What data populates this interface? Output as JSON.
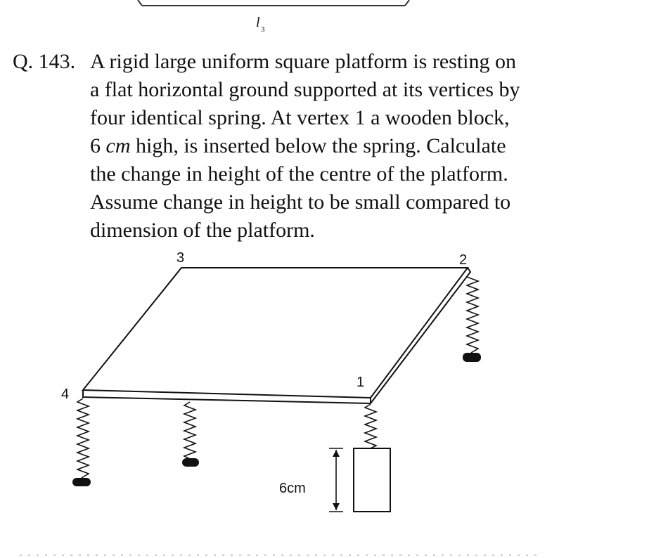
{
  "top_fragment": {
    "label": "l",
    "subscript": "3"
  },
  "question": {
    "number": "Q. 143.",
    "lines": [
      "A rigid large uniform square platform is resting on",
      "a flat horizontal ground supported at its vertices by",
      "four identical spring. At vertex 1 a wooden block,",
      {
        "pre": "6 ",
        "italic": "cm",
        "post": " high, is inserted below the spring. Calculate"
      },
      "the change in height of the centre of the platform.",
      "Assume change in height to be small compared to",
      "dimension of the platform."
    ]
  },
  "figure": {
    "vertex_labels": [
      "1",
      "2",
      "3",
      "4"
    ],
    "block_height_label": "6cm"
  }
}
